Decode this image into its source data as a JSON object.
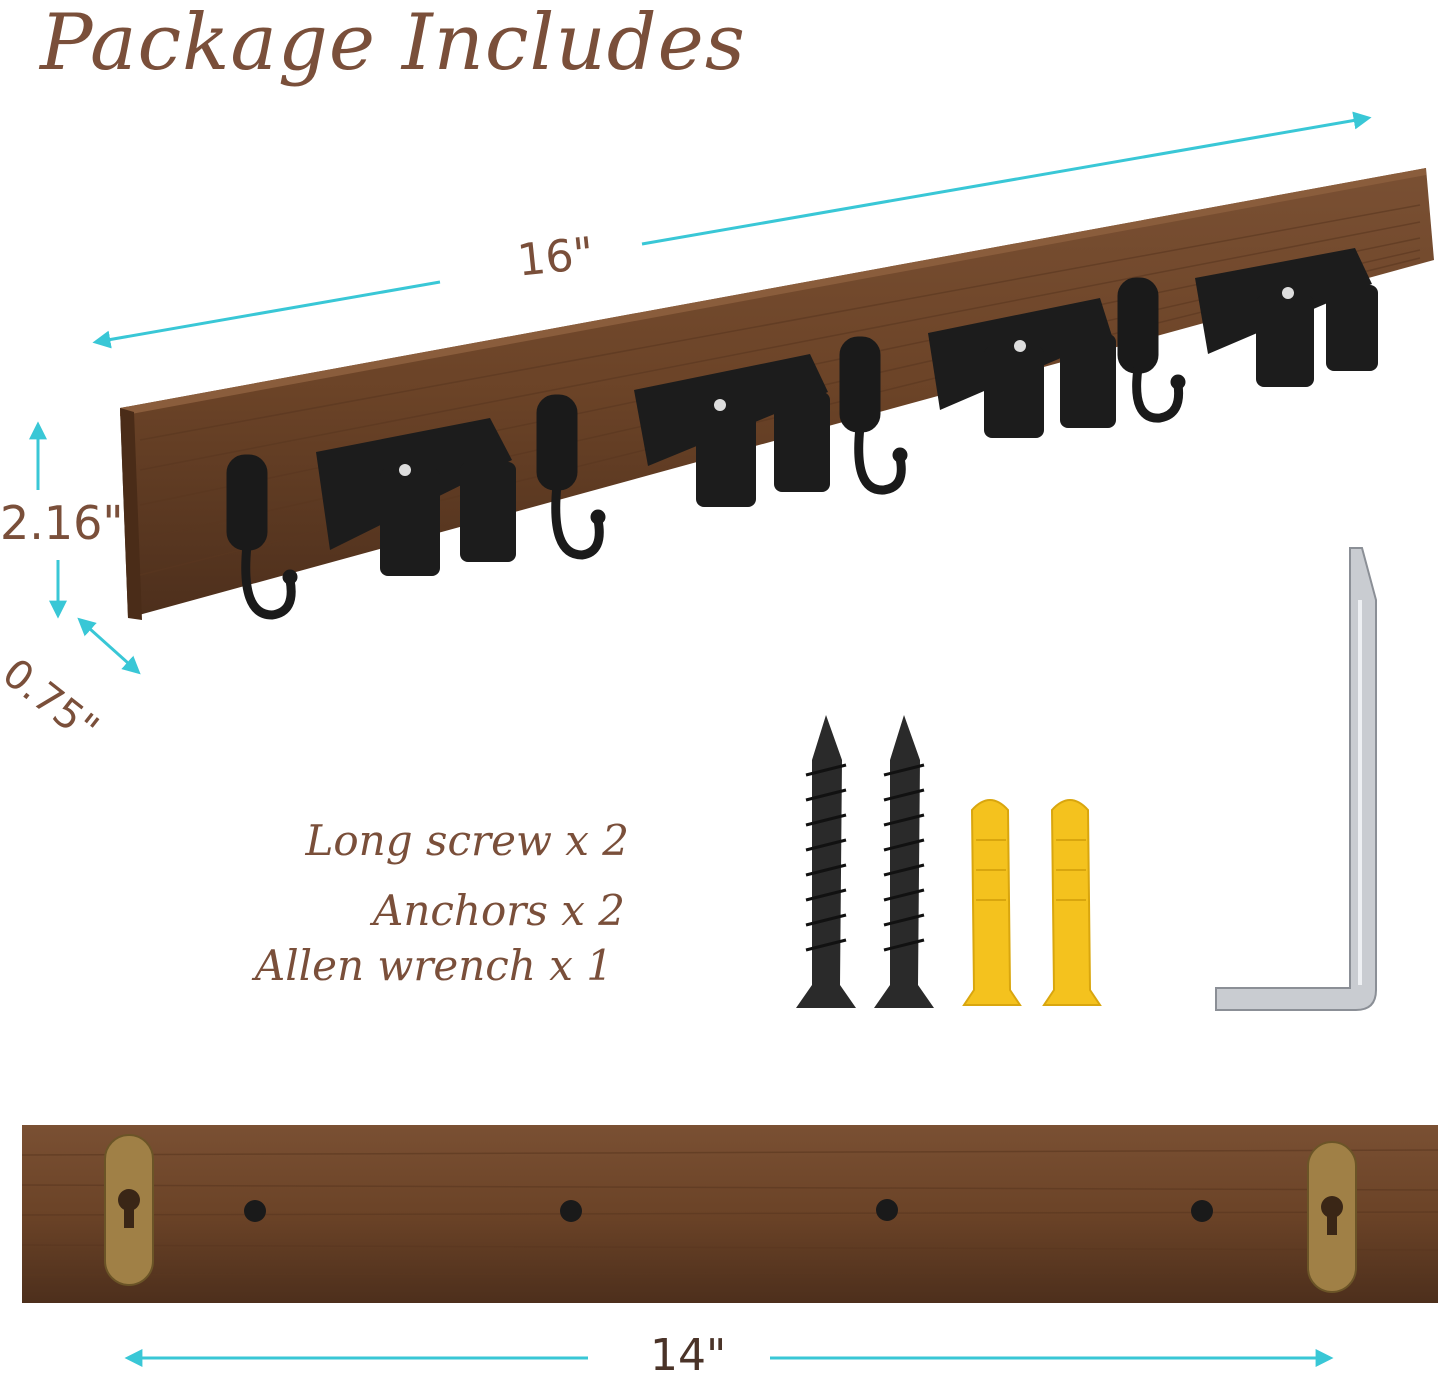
{
  "title": "Package Includes",
  "dimensions": {
    "length_top": "16\"",
    "height": "2.16\"",
    "depth": "0.75\"",
    "length_bottom": "14\""
  },
  "parts": [
    {
      "label": "Long screw x 2"
    },
    {
      "label": "Anchors x 2"
    },
    {
      "label": "Allen wrench x 1"
    }
  ],
  "colors": {
    "title_text": "#7a4f3a",
    "arrow": "#39c7d6",
    "wood": "#6b4327",
    "hardware": "#1a1a1a",
    "anchor": "#f4c21e"
  }
}
